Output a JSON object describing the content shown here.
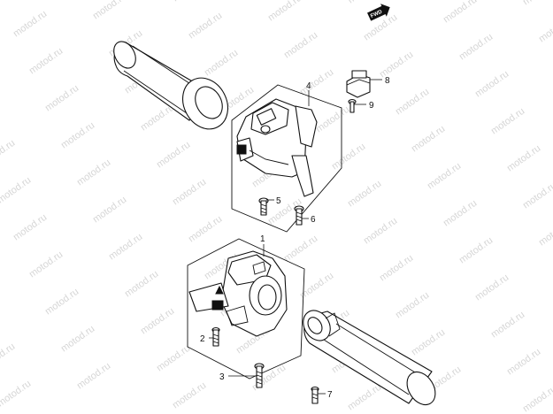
{
  "watermark": {
    "text": "motod.ru",
    "color": "#d6d6d6"
  },
  "direction_badge": {
    "text": "FWD"
  },
  "callouts": {
    "c1": "1",
    "c2": "2",
    "c3": "3",
    "c4": "4",
    "c5": "5",
    "c6": "6",
    "c7": "7",
    "c8": "8",
    "c9": "9"
  },
  "parts": [
    {
      "number": "1",
      "name": "right-handlebar-switch"
    },
    {
      "number": "2",
      "name": "screw"
    },
    {
      "number": "3",
      "name": "screw"
    },
    {
      "number": "4",
      "name": "left-handlebar-switch"
    },
    {
      "number": "5",
      "name": "screw"
    },
    {
      "number": "6",
      "name": "screw"
    },
    {
      "number": "7",
      "name": "screw"
    },
    {
      "number": "8",
      "name": "switch"
    },
    {
      "number": "9",
      "name": "screw"
    }
  ],
  "colors": {
    "line": "#111111",
    "background": "#ffffff"
  }
}
